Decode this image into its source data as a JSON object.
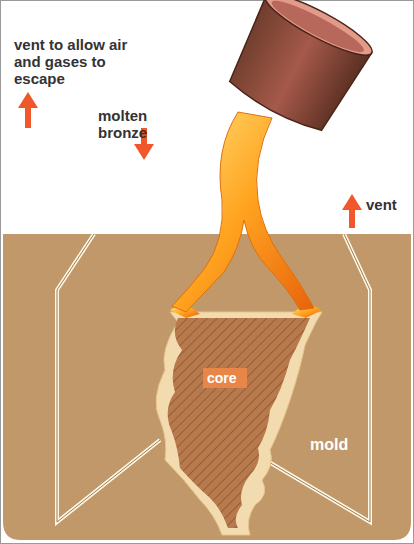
{
  "diagram": {
    "labels": [
      "vent to allow air and gases to escape",
      "molten bronze",
      "vent",
      "core",
      "mold"
    ]
  }
}
